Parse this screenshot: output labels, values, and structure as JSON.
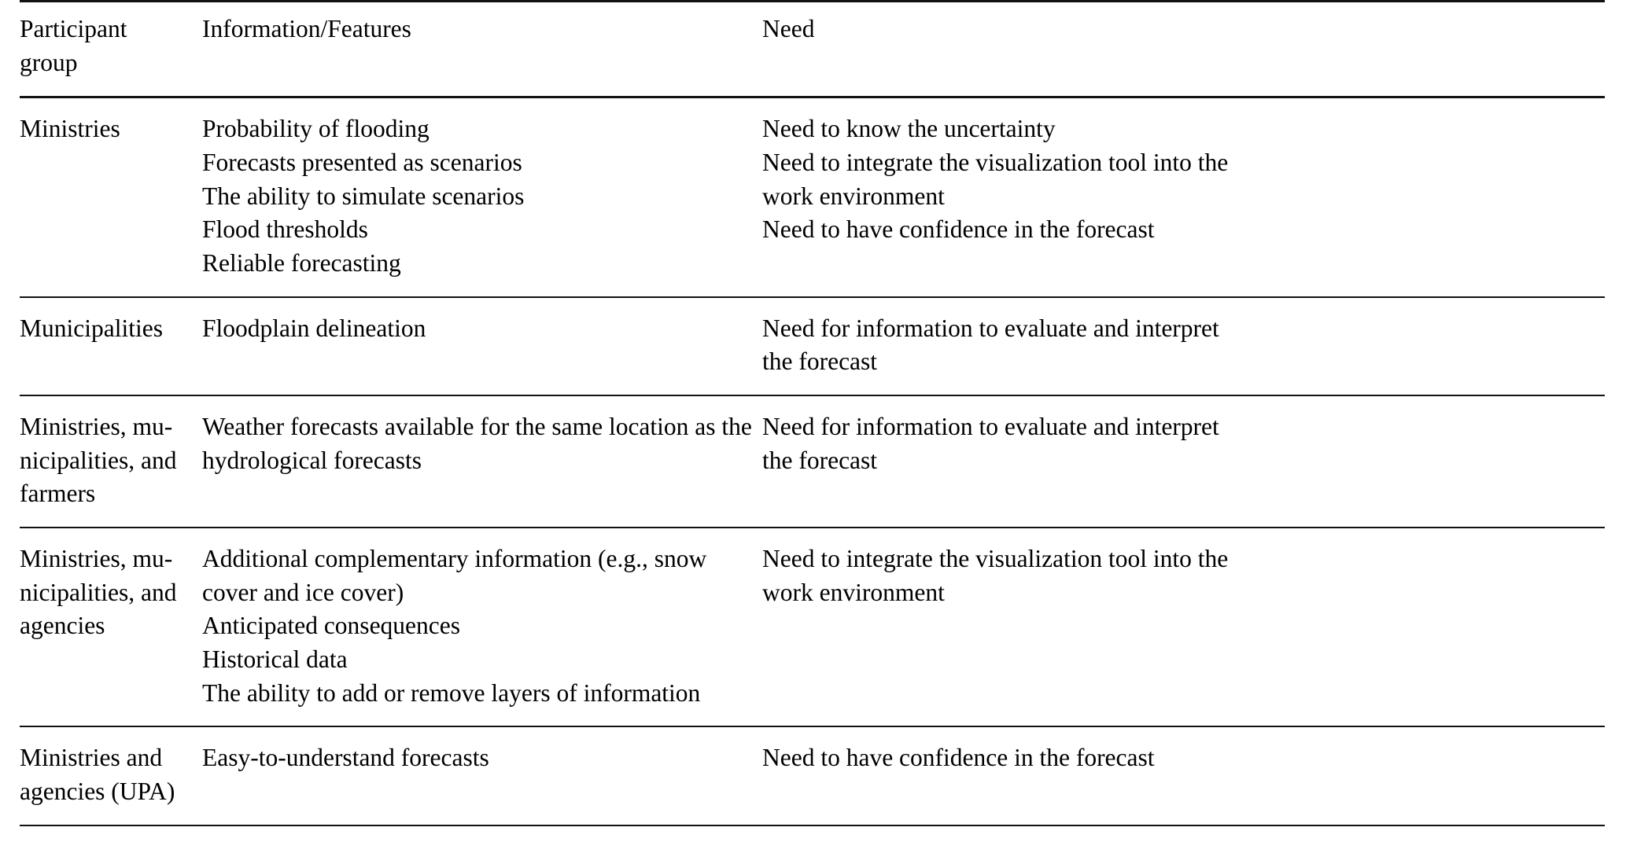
{
  "table": {
    "columns": [
      {
        "id": "group",
        "header_lines": [
          "Participant",
          "group"
        ]
      },
      {
        "id": "info",
        "header_lines": [
          "Information/Features"
        ]
      },
      {
        "id": "need",
        "header_lines": [
          "Need"
        ]
      }
    ],
    "rows": [
      {
        "group_lines": [
          "Ministries"
        ],
        "info_lines": [
          "Probability of flooding",
          "Forecasts presented as scenarios",
          "The ability to simulate scenarios",
          "Flood thresholds",
          "Reliable forecasting"
        ],
        "need_lines": [
          "Need to know the uncertainty",
          "Need to integrate the visualization tool into the",
          "work environment",
          "Need to have confidence in the forecast"
        ]
      },
      {
        "group_lines": [
          "Municipalities"
        ],
        "info_lines": [
          "Floodplain delineation"
        ],
        "need_lines": [
          "Need for information to evaluate and interpret",
          "the forecast"
        ]
      },
      {
        "group_lines": [
          "Ministries,  mu-",
          "nicipalities, and",
          "farmers"
        ],
        "info_lines": [
          "Weather forecasts available for the same location as the",
          "hydrological forecasts"
        ],
        "need_lines": [
          "Need for information to evaluate and interpret",
          "the forecast"
        ]
      },
      {
        "group_lines": [
          "Ministries,  mu-",
          "nicipalities, and",
          "agencies"
        ],
        "info_lines": [
          "Additional complementary information (e.g., snow",
          "cover and ice cover)",
          "Anticipated consequences",
          "Historical data",
          "The ability to add or remove layers of information"
        ],
        "need_lines": [
          "Need to integrate the visualization tool into the",
          "work environment"
        ]
      },
      {
        "group_lines": [
          "Ministries    and",
          "agencies (UPA)"
        ],
        "info_lines": [
          "Easy-to-understand forecasts"
        ],
        "need_lines": [
          "Need to have confidence in the forecast"
        ]
      }
    ]
  }
}
